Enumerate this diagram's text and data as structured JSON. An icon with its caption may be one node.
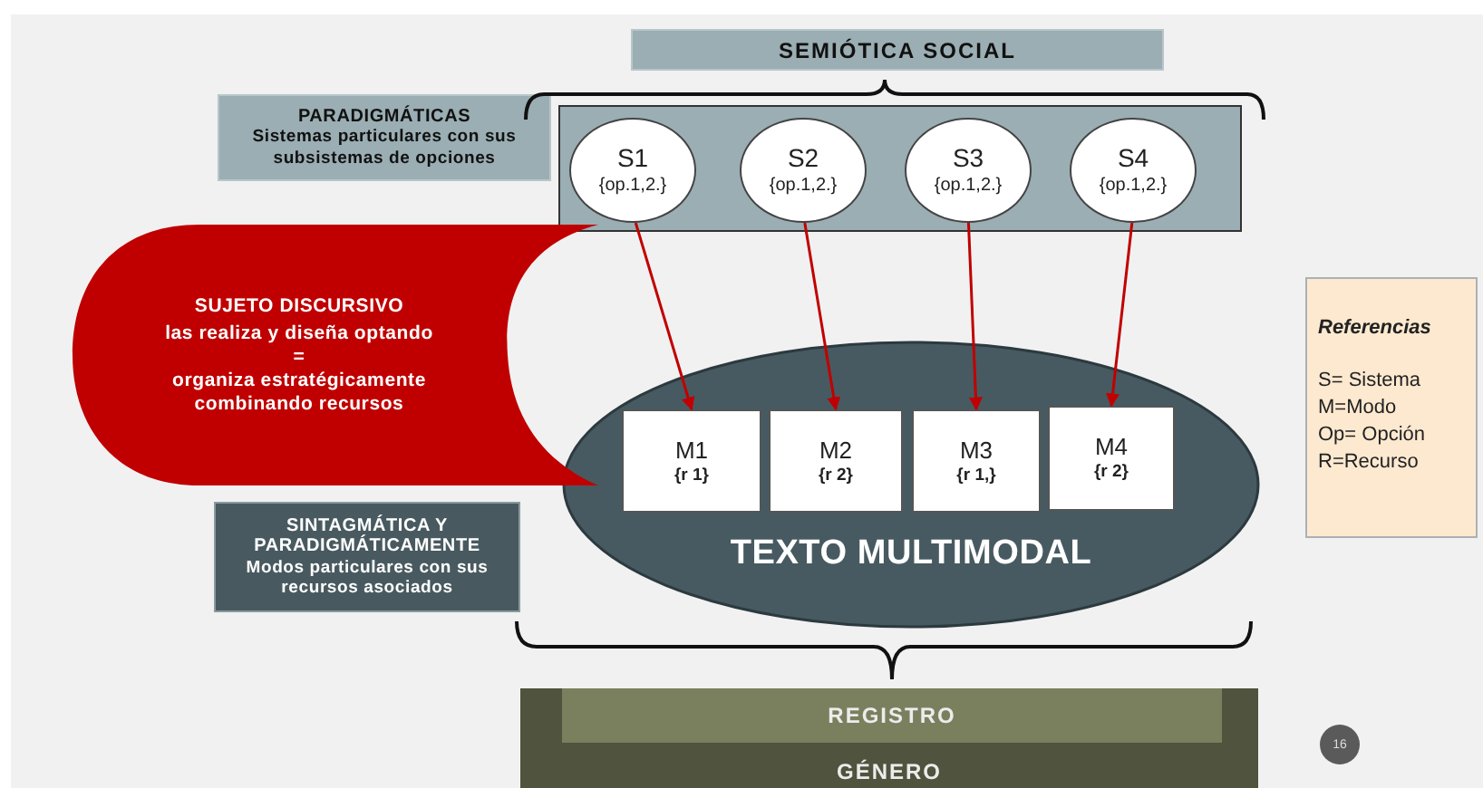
{
  "diagram": {
    "nodes": [
      {
        "text": [
          "SEMIÓTICA SOCIAL"
        ]
      },
      {
        "text": [
          "PARADIGMÁTICAS",
          "Sistemas particulares con sus subsistemas de opciones"
        ]
      },
      {
        "text": [],
        "shape": "box"
      },
      {
        "text": [
          "S1",
          "{op.1,2.}"
        ],
        "in": 2
      },
      {
        "text": [
          "S2",
          "{op.1,2.}"
        ],
        "in": 2
      },
      {
        "text": [
          "S3",
          "{op.1,2.}"
        ],
        "in": 2
      },
      {
        "text": [
          "S4",
          "{op.1,2.}"
        ],
        "in": 2
      },
      {
        "text": [
          "SUJETO DISCURSIVO",
          "las realiza y diseña optando",
          "=",
          "organiza estratégicamente combinando recursos"
        ]
      },
      {
        "text": [
          "TEXTO MULTIMODAL"
        ]
      },
      {
        "text": [
          "M1",
          "{r 1}"
        ],
        "in": 8
      },
      {
        "text": [
          "M2",
          "{r 2}"
        ],
        "in": 8
      },
      {
        "text": [
          "M3",
          "{r 1,}"
        ],
        "in": 8
      },
      {
        "text": [
          "M4",
          "{r 2}"
        ],
        "in": 8
      },
      {
        "text": [
          "SINTAGMÁTICA Y PARADIGMÁTICAMENTE",
          "Modos particulares con sus recursos asociados"
        ]
      },
      {
        "text": [
          "GÉNERO"
        ]
      },
      {
        "text": [
          "REGISTRO"
        ],
        "in": 14
      },
      {
        "text": [
          "Referencias",
          "S= Sistema",
          "M=Modo",
          "Op= Opción",
          "R=Recurso"
        ]
      }
    ],
    "edges": [
      {
        "from": 3,
        "to": 9,
        "arrow": "to"
      },
      {
        "from": 4,
        "to": 10,
        "arrow": "to"
      },
      {
        "from": 5,
        "to": 11,
        "arrow": "to"
      },
      {
        "from": 6,
        "to": 12,
        "arrow": "to"
      }
    ],
    "labels": [
      "16"
    ]
  }
}
